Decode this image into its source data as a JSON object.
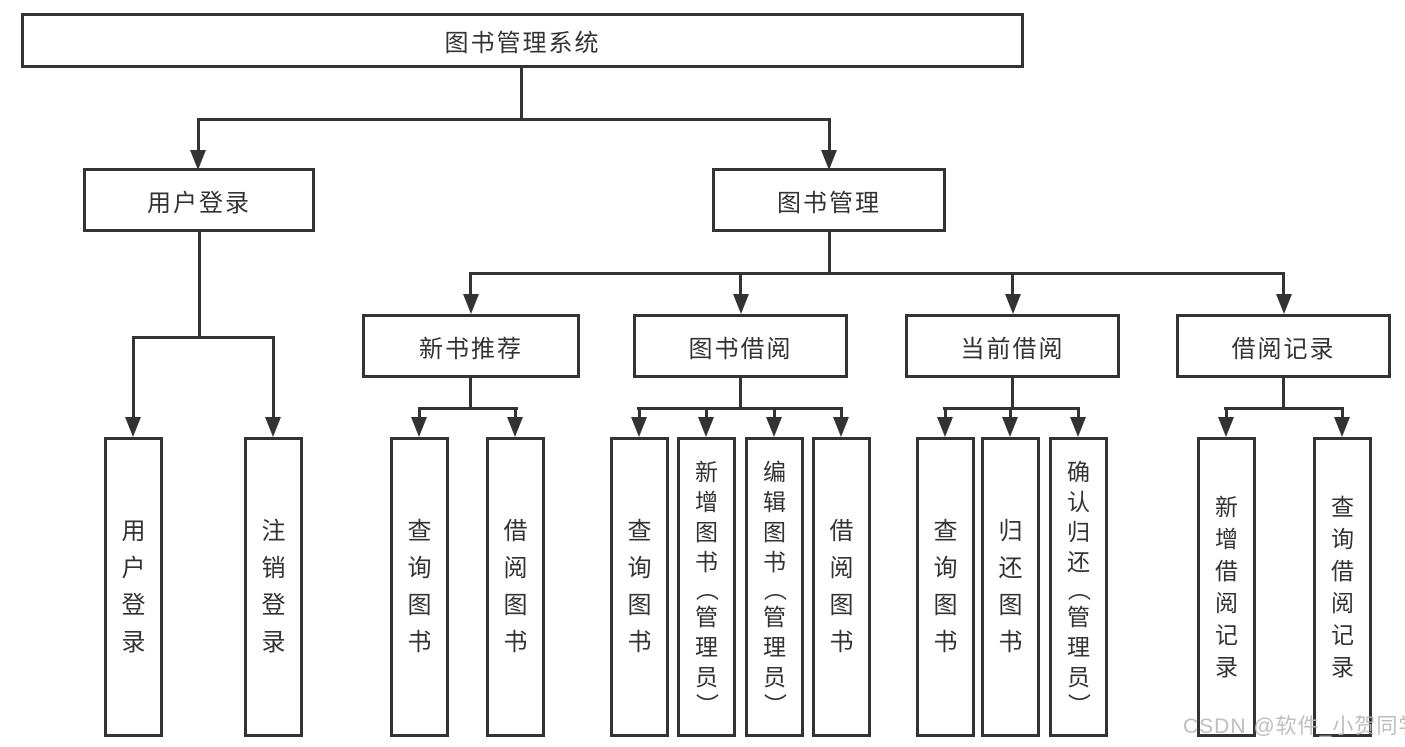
{
  "diagram": {
    "root": {
      "label": "图书管理系统"
    },
    "branches": [
      {
        "label": "用户登录",
        "children": [
          {
            "label": "用户登录"
          },
          {
            "label": "注销登录"
          }
        ]
      },
      {
        "label": "图书管理",
        "groups": [
          {
            "label": "新书推荐",
            "children": [
              {
                "label": "查询图书"
              },
              {
                "label": "借阅图书"
              }
            ]
          },
          {
            "label": "图书借阅",
            "children": [
              {
                "label": "查询图书"
              },
              {
                "label": "新增图书（管理员）"
              },
              {
                "label": "编辑图书（管理员）"
              },
              {
                "label": "借阅图书"
              }
            ]
          },
          {
            "label": "当前借阅",
            "children": [
              {
                "label": "查询图书"
              },
              {
                "label": "归还图书"
              },
              {
                "label": "确认归还（管理员）"
              }
            ]
          },
          {
            "label": "借阅记录",
            "children": [
              {
                "label": "新增借阅记录"
              },
              {
                "label": "查询借阅记录"
              }
            ]
          }
        ]
      }
    ]
  },
  "watermark": {
    "text": "CSDN @软件_小贺同学"
  },
  "colors": {
    "line": "#333333",
    "text": "#333333",
    "background": "#ffffff",
    "watermark": "#b9b9b9"
  }
}
